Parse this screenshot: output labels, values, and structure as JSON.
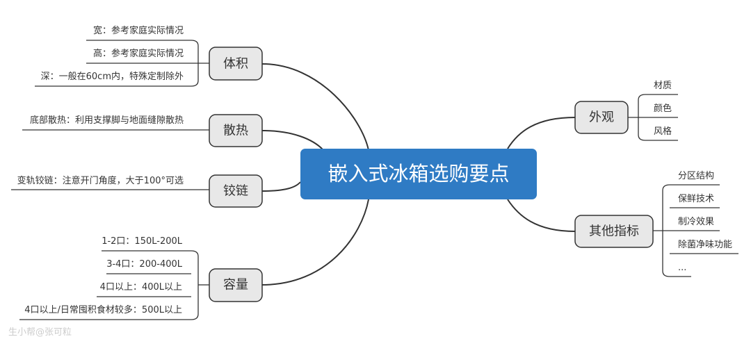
{
  "center": {
    "label": "嵌入式冰箱选购要点",
    "color": "#2f7bc4"
  },
  "branches": {
    "volume": {
      "label": "体积",
      "items": [
        "宽：参考家庭实际情况",
        "高：参考家庭实际情况",
        "深：一般在60cm内，特殊定制除外"
      ]
    },
    "heat": {
      "label": "散热",
      "items": [
        "底部散热：利用支撑脚与地面缝隙散热"
      ]
    },
    "hinge": {
      "label": "铰链",
      "items": [
        "变轨铰链：注意开门角度，大于100°可选"
      ]
    },
    "capacity": {
      "label": "容量",
      "items": [
        "1-2口：150L-200L",
        "3-4口：200-400L",
        "4口以上：400L以上",
        "4口以上/日常囤积食材较多：500L以上"
      ]
    },
    "appearance": {
      "label": "外观",
      "items": [
        "材质",
        "颜色",
        "风格"
      ]
    },
    "other": {
      "label": "其他指标",
      "items": [
        "分区结构",
        "保鲜技术",
        "制冷效果",
        "除菌净味功能",
        "..."
      ]
    }
  },
  "watermark": "生小帮@张可粒"
}
